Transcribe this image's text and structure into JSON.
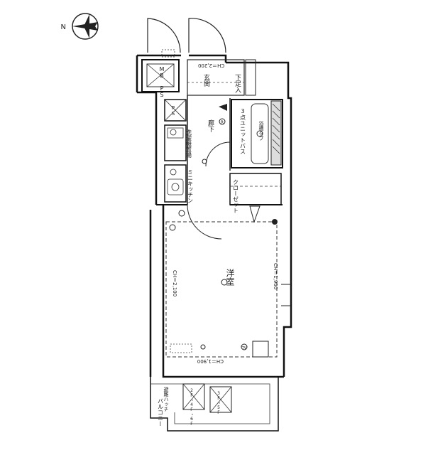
{
  "compass": {
    "north": "N",
    "icon": "north-arrow-icon"
  },
  "rooms": {
    "entrance": "玄関",
    "shoe": "下足入",
    "corridor": "廊下",
    "bath": "3点ユニットバス",
    "bath_tub": "浴槽タブ",
    "washer": "洗濯機置場",
    "kitchen": "ミニキッチン",
    "closet": "クローゼット",
    "western_room": "洋室",
    "balcony": "バルコニー",
    "escape_hatch": "避難ハッチ"
  },
  "ceiling_heights": {
    "entrance": "CH＝2,200",
    "room_left": "CH＝2,100",
    "room_right": "CH＝1,900",
    "room_bottom": "CH＝1,900"
  },
  "equipment": {
    "mb_ps": "MB PS",
    "ps": "PS",
    "floors_24_6": "2F・4F・6F",
    "floors_35": "3F・5F",
    "r_mark": "R",
    "tv_mark": "TV"
  }
}
